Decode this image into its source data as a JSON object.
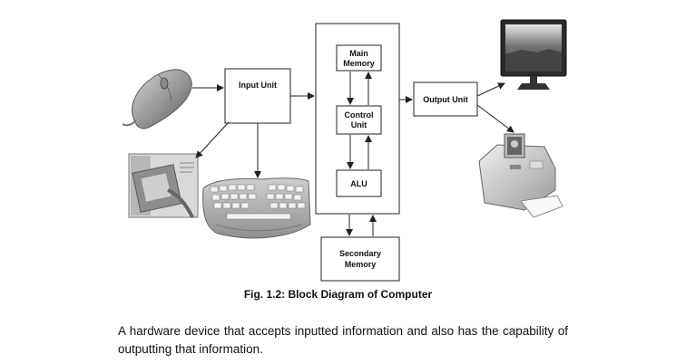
{
  "diagram": {
    "nodes": [
      {
        "id": "input-unit",
        "lines": [
          "Input Unit"
        ]
      },
      {
        "id": "main-memory",
        "lines": [
          "Main",
          "Memory"
        ]
      },
      {
        "id": "control-unit",
        "lines": [
          "Control",
          "Unit"
        ]
      },
      {
        "id": "alu",
        "lines": [
          "ALU"
        ]
      },
      {
        "id": "output-unit",
        "lines": [
          "Output Unit"
        ]
      },
      {
        "id": "secondary-memory",
        "lines": [
          "Secondary",
          "Memory"
        ]
      }
    ],
    "devices": [
      "mouse-image",
      "tablet-image",
      "keyboard-image",
      "monitor-image",
      "printer-image"
    ]
  },
  "caption": "Fig. 1.2: Block Diagram of Computer",
  "description": "A hardware device that accepts inputted information and also has the capability of outputting that information."
}
